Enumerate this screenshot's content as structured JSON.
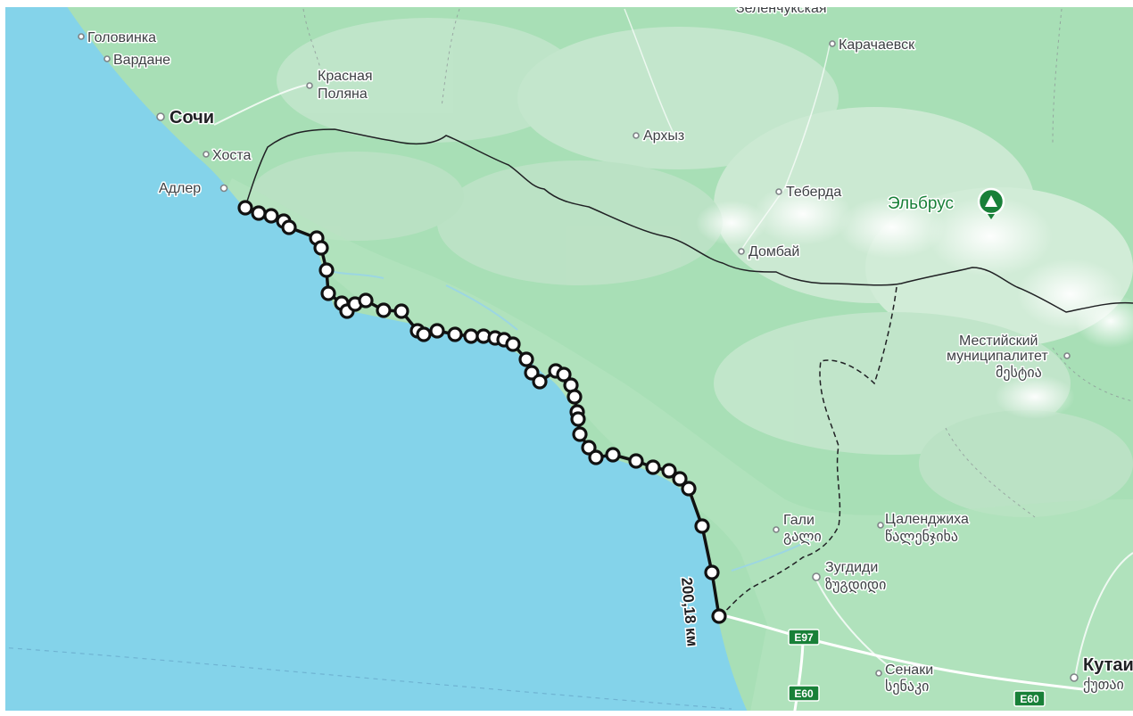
{
  "places": {
    "golovinka": "Головинка",
    "vardane": "Вардане",
    "sochi": "Сочи",
    "khosta": "Хоста",
    "adler": "Адлер",
    "krasnaya_1": "Красная",
    "krasnaya_2": "Поляна",
    "zelenchukskaya": "Зеленчукская",
    "karachaevsk": "Карачаевск",
    "arkhyz": "Архыз",
    "teberda": "Теберда",
    "dombai": "Домбай",
    "elbrus": "Эльбрус",
    "mestia_1": "Местийский",
    "mestia_2": "муниципалитет",
    "mestia_3": "მესტია",
    "gali_ru": "Гали",
    "gali_ka": "გალი",
    "tsalenjikha_ru": "Цаленджиха",
    "tsalenjikha_ka": "წალენჯიხა",
    "zugdidi_ru": "Зугдиди",
    "zugdidi_ka": "ზუგდიდი",
    "senaki_ru": "Сенаки",
    "senaki_ka": "სენაკი",
    "kutaisi_ru": "Кутаи",
    "kutaisi_ka": "ქუთაი"
  },
  "roads": {
    "e97": "E97",
    "e60_a": "E60",
    "e60_b": "E60"
  },
  "route": {
    "distance_label": "200,18 км",
    "line_color": "#111111"
  },
  "colors": {
    "sea": "#84d3ea",
    "land": "#a8dfb6",
    "mountain": "#cde8d4",
    "snow": "#f2f4f3",
    "peak_marker": "#188038",
    "road_shield": "#188038"
  },
  "icons": {
    "peak": "mountain-peak-icon"
  }
}
